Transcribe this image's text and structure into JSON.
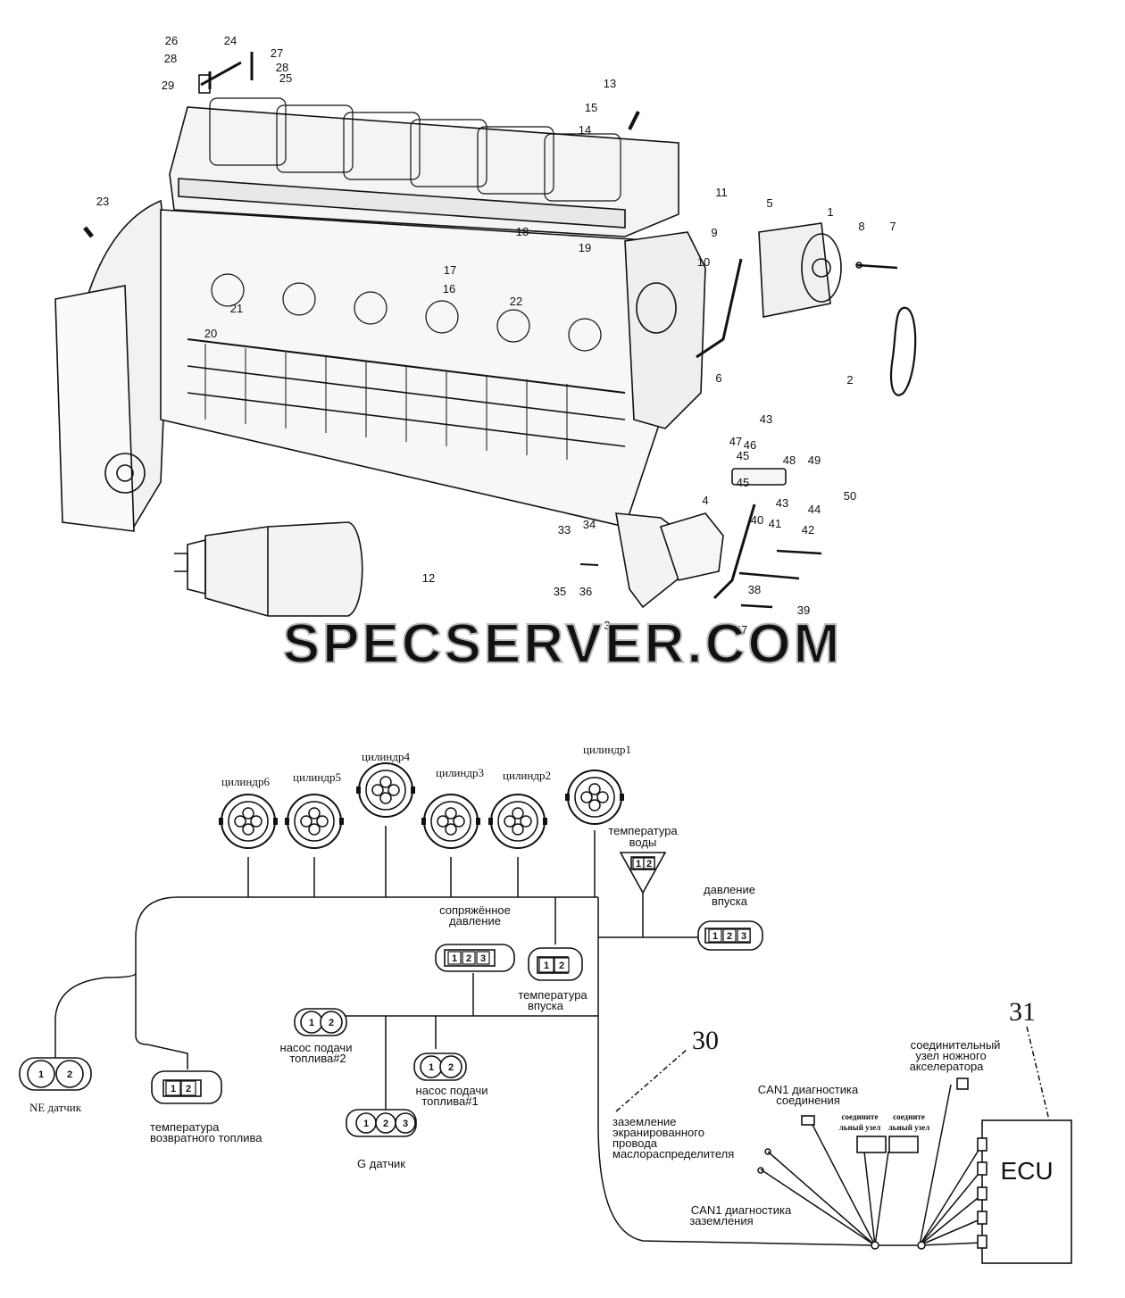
{
  "watermark": "SPECSERVER.COM",
  "part_numbers": [
    "1",
    "2",
    "3",
    "4",
    "5",
    "6",
    "7",
    "8",
    "9",
    "10",
    "11",
    "12",
    "13",
    "14",
    "15",
    "16",
    "17",
    "18",
    "19",
    "20",
    "21",
    "22",
    "23",
    "24",
    "25",
    "26",
    "27",
    "28",
    "28",
    "29",
    "30",
    "31",
    "33",
    "34",
    "35",
    "36",
    "37",
    "38",
    "39",
    "40",
    "41",
    "42",
    "43",
    "43",
    "44",
    "45",
    "45",
    "46",
    "47",
    "48",
    "49",
    "50"
  ],
  "wiring": {
    "cylinders": [
      "цилиндр6",
      "цилиндр5",
      "цилиндр4",
      "цилиндр3",
      "цилиндр2",
      "цилиндр1"
    ],
    "water_temp": [
      "температура",
      "воды"
    ],
    "intake_pressure": [
      "давление",
      "впуска"
    ],
    "rail_pressure": [
      "сопряжённое",
      "давление"
    ],
    "intake_temp": [
      "температура",
      "впуска"
    ],
    "fuel_pump2": [
      "насос подачи",
      "топлива#2"
    ],
    "fuel_pump1": [
      "насос подачи",
      "топлива#1"
    ],
    "ne_sensor": "NE датчик",
    "return_fuel_temp": [
      "температура",
      "возвратного топлива"
    ],
    "g_sensor": "G датчик",
    "pins_12": [
      "1",
      "2"
    ],
    "pins_123": [
      "1",
      "2",
      "3"
    ],
    "harness_num": "30",
    "ecu_num": "31",
    "ecu": "ECU",
    "accel_connector": [
      "соединительный",
      "узел ножного",
      "акселератора"
    ],
    "can1_connection": [
      "CAN1 диагностика",
      "соединения"
    ],
    "connector_a": [
      "соедините",
      "льный узел"
    ],
    "connector_b": [
      "соедните",
      "льный узел"
    ],
    "shield_ground": [
      "заземление",
      "экранированного",
      "провода",
      "маслораспределителя"
    ],
    "can1_ground": [
      "CAN1 диагностика",
      "заземления"
    ]
  },
  "colors": {
    "ink": "#111111",
    "watermark": "#c8c8c8",
    "paper": "#ffffff"
  }
}
